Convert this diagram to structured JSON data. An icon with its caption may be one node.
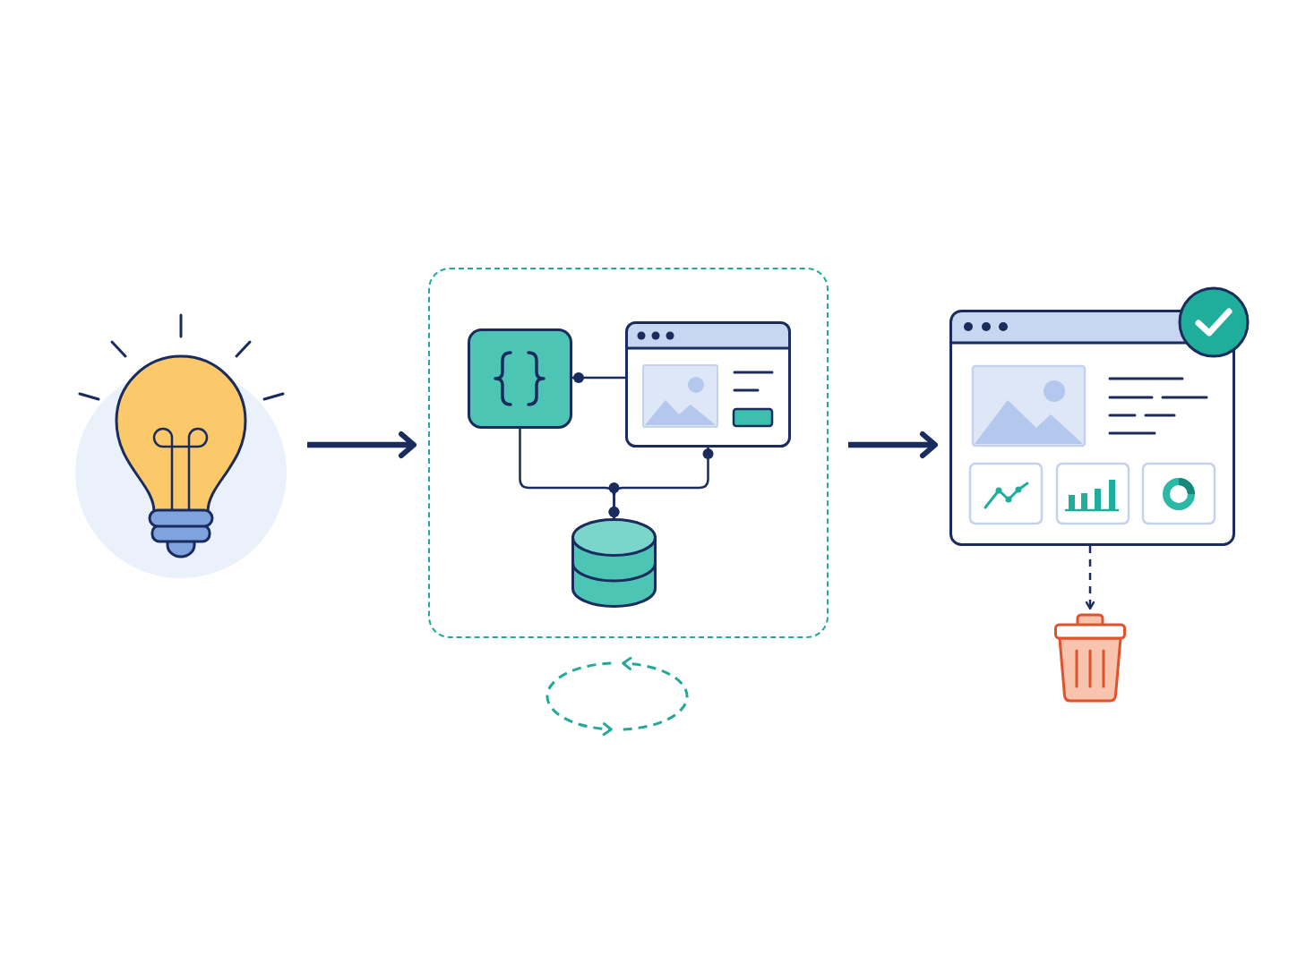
{
  "diagram": {
    "nodes": [
      {
        "text": [],
        "shape": "picture"
      },
      {
        "text": [],
        "shape": "box"
      },
      {
        "text": [],
        "shape": "picture",
        "in": 1
      },
      {
        "text": [],
        "shape": "picture",
        "in": 1
      },
      {
        "text": [],
        "shape": "cylinder",
        "in": 1
      },
      {
        "text": [],
        "shape": "picture"
      },
      {
        "text": [],
        "shape": "picture"
      }
    ],
    "edges": [
      {
        "from": 0,
        "to": 1,
        "arrow": "to",
        "style": "thick"
      },
      {
        "from": 2,
        "to": 3,
        "arrow": "other"
      },
      {
        "from": 2,
        "to": 4,
        "arrow": "other"
      },
      {
        "from": 3,
        "to": 4,
        "arrow": "other"
      },
      {
        "from": 1,
        "to": 5,
        "arrow": "to",
        "style": "thick"
      },
      {
        "from": 5,
        "to": 6,
        "arrow": "to",
        "style": "dashed"
      }
    ]
  }
}
